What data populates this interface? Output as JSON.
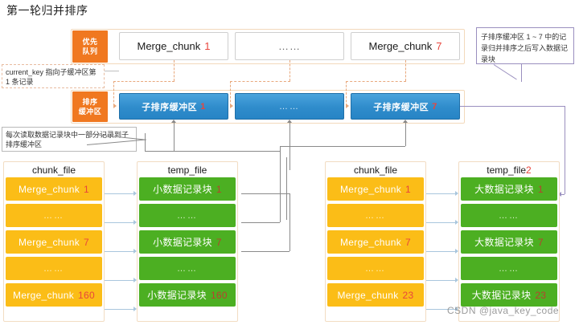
{
  "title": "第一轮归并排序",
  "top_section": {
    "priority_queue_label": "优先\n队列",
    "priority_queue_line1": "优先",
    "priority_queue_line2": "队列",
    "sort_buffer_line1": "排序",
    "sort_buffer_line2": "缓冲区",
    "merge_chunks": [
      {
        "label": "Merge_chunk",
        "num": "1"
      },
      {
        "label": "……",
        "num": ""
      },
      {
        "label": "Merge_chunk",
        "num": "7"
      }
    ],
    "sub_buffers": [
      {
        "label": "子排序缓冲区",
        "num": "1"
      },
      {
        "label": "……",
        "num": ""
      },
      {
        "label": "子排序缓冲区",
        "num": "7"
      }
    ]
  },
  "callouts": {
    "current_key": "current_key 指向子缓冲区第 1 条记录",
    "read_part": "每次读取数据记录块中一部分记录到子排序缓冲区",
    "merge_write": "子排序缓冲区 1 ~ 7 中的记录归并排序之后写入数据记录块"
  },
  "columns": [
    {
      "header": "chunk_file",
      "header_num": "",
      "kind": "orange",
      "cells": [
        {
          "label": "Merge_chunk",
          "num": "1"
        },
        {
          "label": "……",
          "num": ""
        },
        {
          "label": "Merge_chunk",
          "num": "7"
        },
        {
          "label": "……",
          "num": ""
        },
        {
          "label": "Merge_chunk",
          "num": "160"
        }
      ]
    },
    {
      "header": "temp_file",
      "header_num": "",
      "kind": "green",
      "cells": [
        {
          "label": "小数据记录块",
          "num": "1"
        },
        {
          "label": "……",
          "num": ""
        },
        {
          "label": "小数据记录块",
          "num": "7"
        },
        {
          "label": "……",
          "num": ""
        },
        {
          "label": "小数据记录块",
          "num": "160"
        }
      ]
    },
    {
      "header": "chunk_file",
      "header_num": "",
      "kind": "orange",
      "cells": [
        {
          "label": "Merge_chunk",
          "num": "1"
        },
        {
          "label": "……",
          "num": ""
        },
        {
          "label": "Merge_chunk",
          "num": "7"
        },
        {
          "label": "……",
          "num": ""
        },
        {
          "label": "Merge_chunk",
          "num": "23"
        }
      ]
    },
    {
      "header": "temp_file",
      "header_num": "2",
      "kind": "green",
      "cells": [
        {
          "label": "大数据记录块",
          "num": "1"
        },
        {
          "label": "……",
          "num": ""
        },
        {
          "label": "大数据记录块",
          "num": "7"
        },
        {
          "label": "……",
          "num": ""
        },
        {
          "label": "大数据记录块",
          "num": "23"
        }
      ]
    }
  ],
  "watermark": "CSDN @java_key_code",
  "colors": {
    "orange_accent": "#f07820",
    "orange_cell": "#fbbd17",
    "green_cell": "#4caf22",
    "blue_buffer": "#2f8ccb",
    "red_num": "#e8453c",
    "purple_line": "#9a8fbf"
  }
}
